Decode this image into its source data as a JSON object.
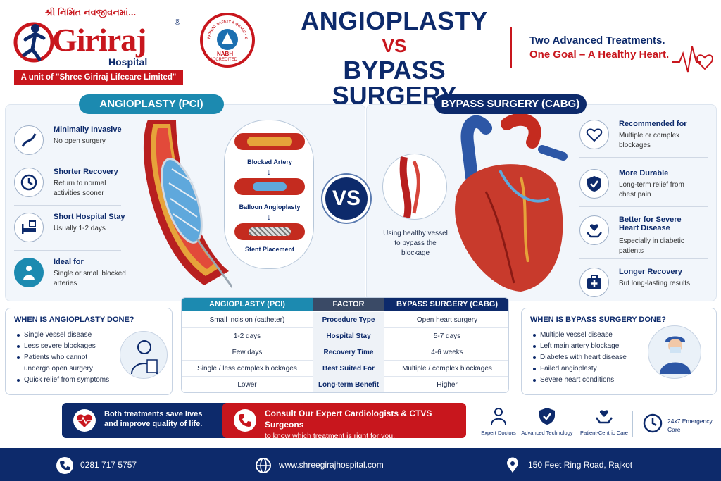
{
  "header": {
    "logo_tagline": "શ્રી નિમિત નવજીવનમાં...",
    "logo_name": "Giriraj",
    "logo_sub": "Hospital",
    "logo_reg": "®",
    "logo_unit": "A unit of \"Shree Giriraj Lifecare Limited\"",
    "nabh_ring": "PATIENT SAFETY & QUALITY OF CARE",
    "nabh_text": "NABH",
    "nabh_acc": "ACCREDITED",
    "title_line1": "ANGIOPLASTY",
    "title_vs": "VS",
    "title_line2": "BYPASS SURGERY",
    "tagline_line1": "Two Advanced Treatments.",
    "tagline_line2": "One Goal – A Healthy Heart."
  },
  "angioplasty": {
    "pill": "ANGIOPLASTY (PCI)",
    "features": [
      {
        "head": "Minimally Invasive",
        "desc": "No open surgery",
        "icon": "catheter-icon"
      },
      {
        "head": "Shorter Recovery",
        "desc": "Return to normal activities sooner",
        "icon": "clock-icon"
      },
      {
        "head": "Short Hospital Stay",
        "desc": "Usually 1-2 days",
        "icon": "hospital-bed-icon"
      },
      {
        "head": "Ideal for",
        "desc": "Single or small blocked arteries",
        "icon": "patient-icon"
      }
    ],
    "steps": [
      "Blocked Artery",
      "Balloon Angioplasty",
      "Stent Placement"
    ],
    "when_title": "WHEN IS ANGIOPLASTY DONE?",
    "when_items": [
      "Single vessel disease",
      "Less severe blockages",
      "Patients who cannot undergo open surgery",
      "Quick relief from symptoms"
    ]
  },
  "vs_label": "VS",
  "bypass": {
    "pill": "BYPASS SURGERY (CABG)",
    "vessel_caption": "Using healthy vessel to bypass the blockage",
    "features": [
      {
        "head": "Recommended for",
        "desc": "Multiple or complex blockages",
        "icon": "heart-icon"
      },
      {
        "head": "More Durable",
        "desc": "Long-term relief from chest pain",
        "icon": "shield-check-icon"
      },
      {
        "head": "Better for Severe Heart Disease",
        "desc": "Especially in diabetic patients",
        "icon": "hands-heart-icon"
      },
      {
        "head": "Longer Recovery",
        "desc": "But long-lasting results",
        "icon": "medical-kit-icon"
      }
    ],
    "when_title": "WHEN IS BYPASS SURGERY DONE?",
    "when_items": [
      "Multiple vessel disease",
      "Left main artery blockage",
      "Diabetes with heart disease",
      "Failed angioplasty",
      "Severe heart conditions"
    ]
  },
  "table": {
    "headers": [
      "ANGIOPLASTY (PCI)",
      "FACTOR",
      "BYPASS SURGERY (CABG)"
    ],
    "rows": [
      [
        "Small incision (catheter)",
        "Procedure Type",
        "Open heart surgery"
      ],
      [
        "1-2 days",
        "Hospital Stay",
        "5-7 days"
      ],
      [
        "Few days",
        "Recovery Time",
        "4-6 weeks"
      ],
      [
        "Single / less complex blockages",
        "Best Suited For",
        "Multiple / complex blockages"
      ],
      [
        "Lower",
        "Long-term Benefit",
        "Higher"
      ]
    ]
  },
  "banners": {
    "save": "Both treatments save lives and improve quality of life.",
    "consult_title": "Consult Our Expert Cardiologists & CTVS Surgeons",
    "consult_sub": "to know which treatment is right for you."
  },
  "services": [
    "Expert Doctors",
    "Advanced Technology",
    "Patient-Centric Care",
    "24x7 Emergency Care"
  ],
  "footer": {
    "phone": "0281 717 5757",
    "website": "www.shreegirajhospital.com",
    "address": "150 Feet Ring Road, Rajkot"
  },
  "colors": {
    "navy": "#0d2a6b",
    "red": "#c8161d",
    "teal": "#1c8ab0"
  }
}
